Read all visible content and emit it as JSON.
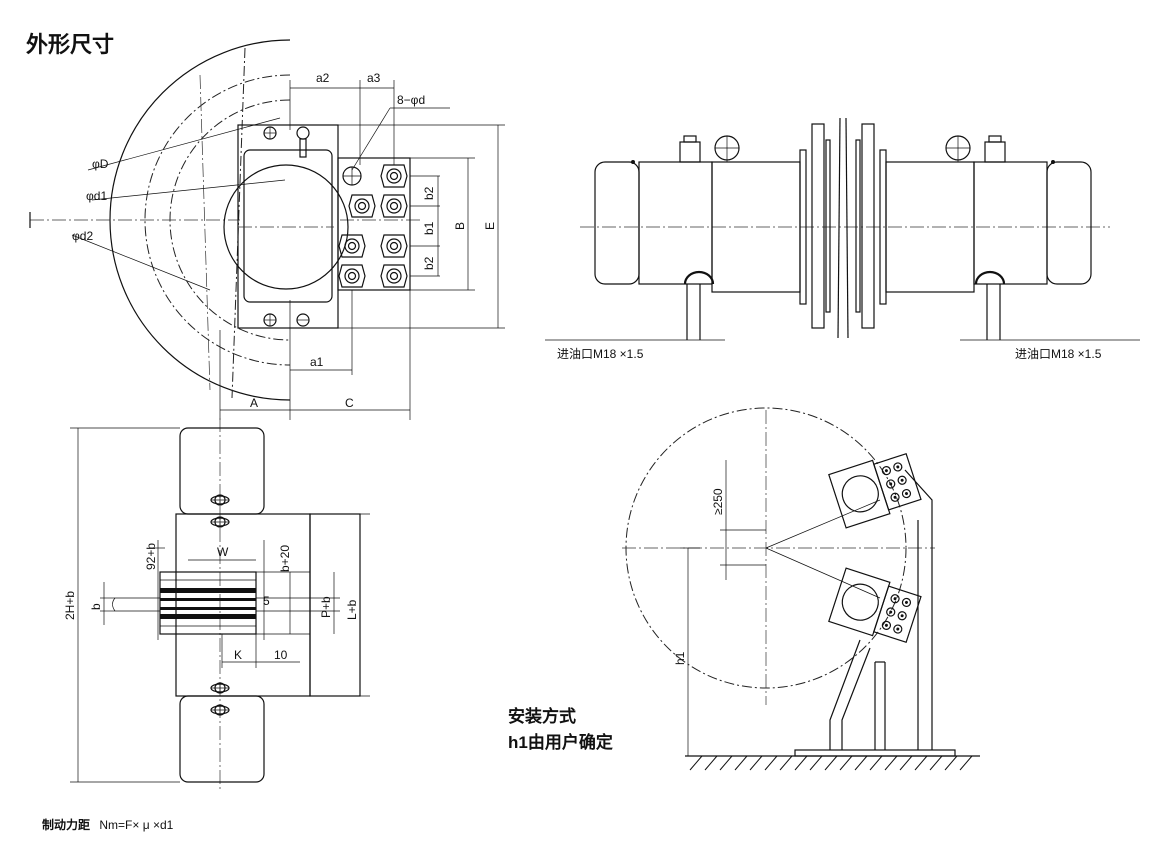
{
  "title": "外形尺寸",
  "front_view": {
    "labels": {
      "a2": "a2",
      "a3": "a3",
      "bolt_holes": "8−φd",
      "phiD": "φD",
      "phid1": "φd1",
      "phid2": "φd2",
      "b2_top": "b2",
      "b1": "b1",
      "b2_bot": "b2",
      "B": "B",
      "E": "E",
      "a1": "a1",
      "A": "A",
      "C": "C"
    }
  },
  "side_view": {
    "oil_port_left": "进油口M18 ×1.5",
    "oil_port_right": "进油口M18 ×1.5"
  },
  "top_view": {
    "labels": {
      "height": "2H+b",
      "gap": "92+b",
      "W": "W",
      "b_plus_20": "b+20",
      "b": "b",
      "five": "5",
      "P_plus_b": "P+b",
      "L_plus_b": "L+b",
      "K": "K",
      "ten": "10"
    }
  },
  "mounting": {
    "min_dist": "≥250",
    "h1": "h1",
    "caption_line1": "安装方式",
    "caption_line2": "h1由用户确定"
  },
  "formula": {
    "label": "制动力距",
    "expr": "Nm=F× μ ×d1"
  }
}
